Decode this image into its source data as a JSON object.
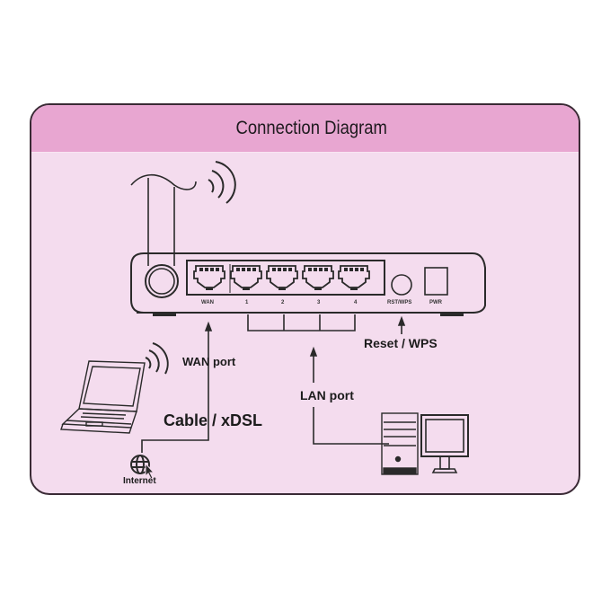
{
  "title": "Connection Diagram",
  "router": {
    "port_labels": [
      "WAN",
      "1",
      "2",
      "3",
      "4"
    ],
    "reset_label": "RST/WPS",
    "power_label": "PWR"
  },
  "callouts": {
    "wan_port": "WAN port",
    "cable": "Cable / xDSL",
    "internet": "Internet",
    "lan_port": "LAN port",
    "reset_wps": "Reset / WPS"
  },
  "colors": {
    "header": "#e8a6d1",
    "body": "#f4dcee",
    "border": "#3a2a35",
    "stroke": "#2a2a2a"
  }
}
